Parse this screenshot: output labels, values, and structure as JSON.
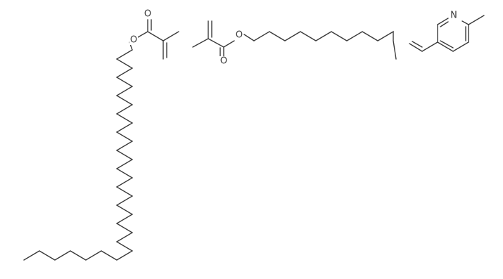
{
  "molecules": [
    {
      "atoms": [
        {
          "id": "o_carbonyl",
          "symbol": "O"
        },
        {
          "id": "o_ester",
          "symbol": "O"
        }
      ]
    },
    {
      "atoms": [
        {
          "id": "o_carbonyl",
          "symbol": "O"
        },
        {
          "id": "o_ester",
          "symbol": "O"
        }
      ]
    },
    {
      "atoms": [
        {
          "id": "n_ring",
          "symbol": "N"
        }
      ]
    }
  ]
}
